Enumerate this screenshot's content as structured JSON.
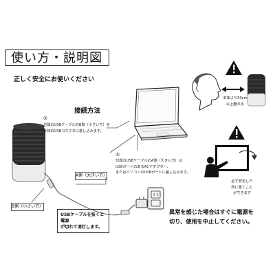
{
  "header": {
    "title": "使い方・説明図",
    "subtitle": "正しく安全にお使いください"
  },
  "connection": {
    "heading": "接続方法",
    "step1": {
      "number": "①",
      "lines": [
        "付属のUSBケーブルのB側（小さい方）を",
        "本体のUSBコネクタに差し込みます。"
      ]
    },
    "step2": {
      "number": "②",
      "lines": [
        "付属のUSBケーブルのA側（大きい方）は",
        "USBポートのあるACアダプター、",
        "またはパソコンのUSBポートに差し込みます。"
      ]
    },
    "label_a": "A側（大きい方）",
    "label_b": "B側（小さい方）",
    "note": [
      "USBケーブルを抜くと電源",
      "が切れて消灯します。"
    ]
  },
  "safety": {
    "distance_lines": [
      "本体より50cm",
      "以上離れる"
    ],
    "stable_lines": [
      "必ず安定した",
      "所に置くこと",
      "ができます"
    ],
    "warning_lines": [
      "異常を感じた場合はすぐに電源を",
      "切り、使用を中止してください。"
    ]
  },
  "icons": [
    "warning-icon",
    "warning-icon",
    "device-illustration",
    "laptop-illustration",
    "head-illustration",
    "presenter-illustration",
    "ac-adapter-illustration"
  ]
}
